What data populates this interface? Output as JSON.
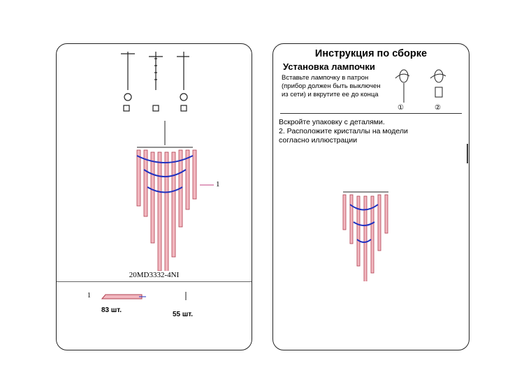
{
  "left": {
    "model": "20MD3332-4NI",
    "callout": "1",
    "parts": [
      {
        "label": "1",
        "qty": "83 шт."
      },
      {
        "label": "",
        "qty": "55 шт."
      }
    ]
  },
  "right": {
    "title": "Инструкция по сборке",
    "subtitle": "Установка лампочки",
    "bulb_text": "Вставьте лампочку в патрон (прибор должен быть выключен из сети) и вкрутите ее до конца",
    "step_marks": [
      "①",
      "②"
    ],
    "step1": "Вскройте упаковку с деталями.",
    "step2": "2. Расположите кристаллы на модели согласно иллюстрации"
  }
}
